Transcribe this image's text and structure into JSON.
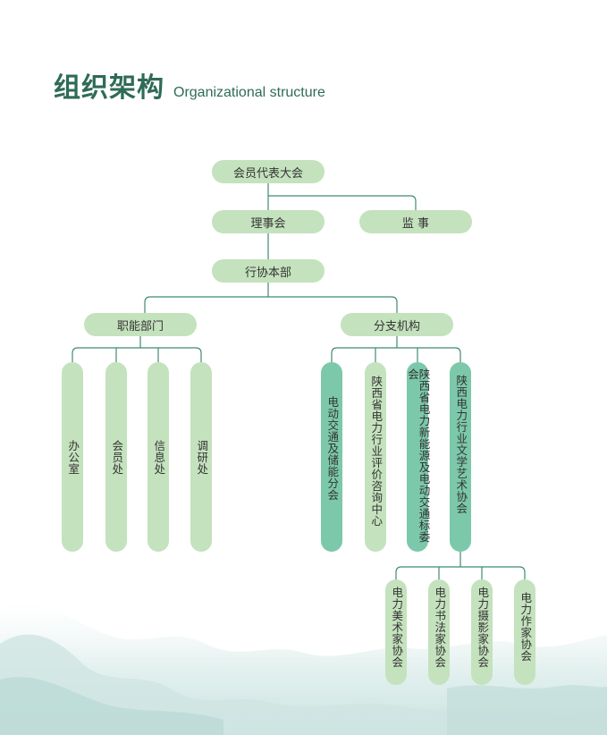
{
  "header": {
    "title_cn": "组织架构",
    "title_en": "Organizational structure"
  },
  "colors": {
    "title": "#2f6b57",
    "node_light": "#c4e2bd",
    "node_dark": "#7cc8ab",
    "line": "#3f8a73"
  },
  "nodes": {
    "congress": "会员代表大会",
    "council": "理事会",
    "supervisor": "监 事",
    "headquarters": "行协本部",
    "functional": "职能部门",
    "branches": "分支机构",
    "office": "办公室",
    "member": "会员处",
    "info": "信息处",
    "research": "调研处",
    "ev_storage": "电动交通及储能分会",
    "eval_center": "陕西省电力行业评价咨询中心",
    "new_energy": "陕西省电力新能源及电动交通标委会",
    "literature": "陕西电力行业文学艺术协会",
    "fine_arts": "电力美术家协会",
    "calligraphy": "电力书法家协会",
    "photography": "电力摄影家协会",
    "writers": "电力作家协会"
  }
}
